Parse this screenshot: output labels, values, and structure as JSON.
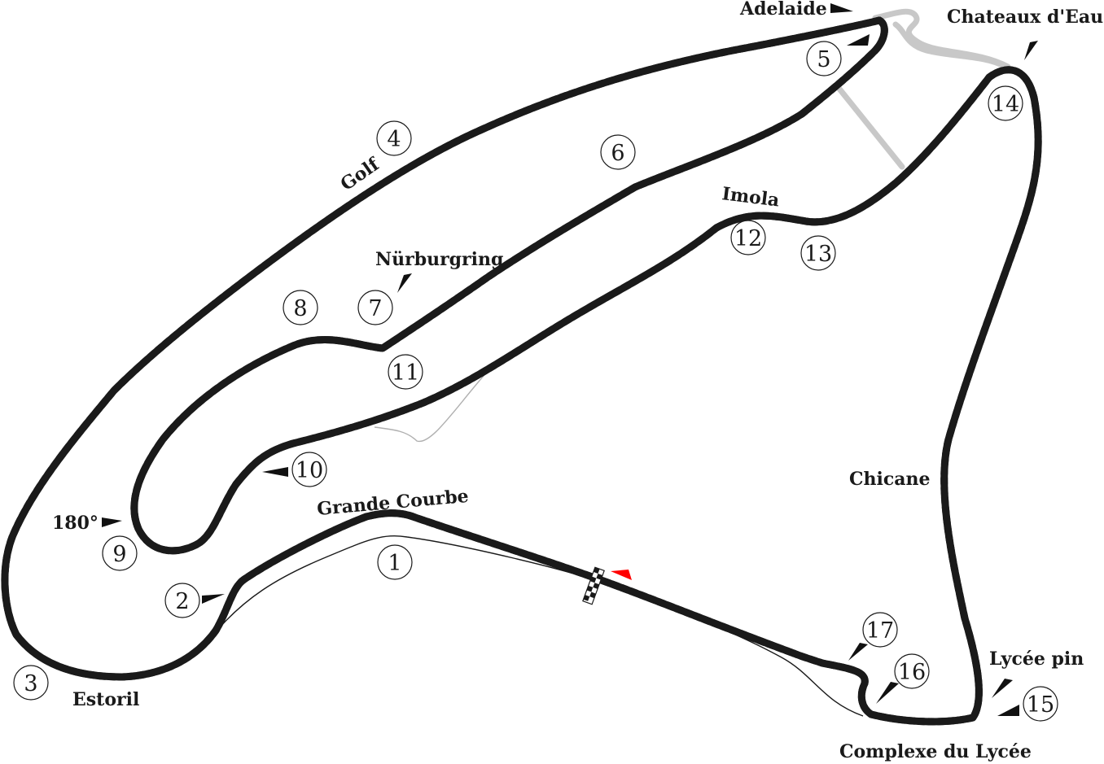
{
  "map": {
    "sector_colors": {
      "s1": "#ffe600",
      "s2": "#e8141b",
      "s3": "#33c7d3"
    },
    "start_marker_color": "#ff0000",
    "corner_numbers": [
      "1",
      "2",
      "3",
      "4",
      "5",
      "6",
      "7",
      "8",
      "9",
      "10",
      "11",
      "12",
      "13",
      "14",
      "15",
      "16",
      "17"
    ],
    "labels": {
      "adelaide": "Adelaide",
      "chateaux": "Chateaux d'Eau",
      "golf": "Golf",
      "nurburgring": "Nürburgring",
      "imola": "Imola",
      "chicane": "Chicane",
      "grande_courbe": "Grande Courbe",
      "deg180": "180°",
      "estoril": "Estoril",
      "lycee_pin": "Lycée pin",
      "complexe": "Complexe du Lycée"
    }
  }
}
